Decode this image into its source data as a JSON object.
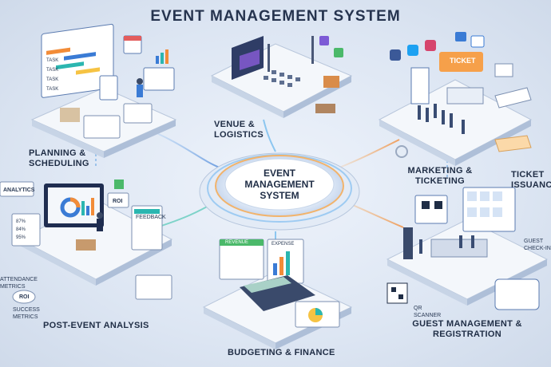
{
  "title": "EVENT MANAGEMENT SYSTEM",
  "hub": {
    "label": "EVENT MANAGEMENT SYSTEM"
  },
  "modules": {
    "planning": "PLANNING & SCHEDULING",
    "venue": "VENUE & LOGISTICS",
    "marketing": "MARKETING & TICKETING",
    "ticket_issuance": "TICKET ISSUANCE",
    "post_event": "POST-EVENT ANALYSIS",
    "budgeting": "BUDGETING & FINANCE",
    "guest": "GUEST MANAGEMENT & REGISTRATION"
  },
  "small_labels": {
    "analytics": "ANALYTICS",
    "roi_panel": "ROI",
    "feedback": "FEEDBACK",
    "attendance": "ATTENDANCE METRICS",
    "roi_badge": "ROI",
    "success": "SUCCESS METRICS",
    "qr_scanner": "QR SCANNER",
    "guest_checkin": "GUEST CHECK-IN",
    "ticket_sign": "TICKET",
    "revenue": "REVENUE",
    "expense": "EXPENSE",
    "task_rows": [
      "TASK",
      "TASK",
      "TASK",
      "TASK"
    ],
    "stats": [
      "87%",
      "84%",
      "95%"
    ]
  },
  "colors": {
    "accent_blue": "#3a7bd5",
    "accent_orange": "#f28c38",
    "accent_teal": "#2bb6b0",
    "platform": "#f4f7fb"
  }
}
